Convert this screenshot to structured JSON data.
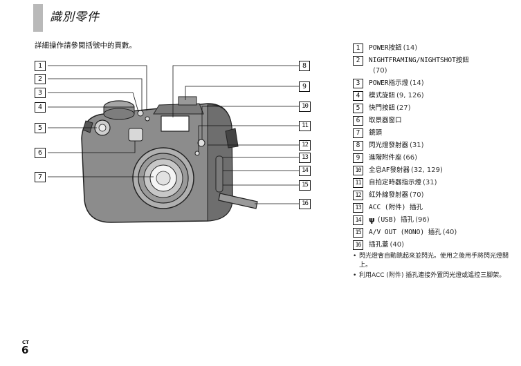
{
  "header": {
    "title": "識別零件",
    "intro": "詳細操作請參閱括號中的頁數。"
  },
  "camera_labels": {
    "left": [
      "1",
      "2",
      "3",
      "4",
      "5",
      "6",
      "7"
    ],
    "right": [
      "8",
      "9",
      "10",
      "11",
      "12",
      "13",
      "14",
      "15",
      "16"
    ]
  },
  "parts": [
    {
      "num": "1",
      "name": "POWER按鈕",
      "ref": "(14)"
    },
    {
      "num": "2",
      "name": "NIGHTFRAMING/NIGHTSHOT按鈕",
      "ref": "",
      "cont": "(70)"
    },
    {
      "num": "3",
      "name": "POWER指示燈",
      "ref": "(14)"
    },
    {
      "num": "4",
      "name": "模式旋鈕",
      "ref": "(9, 126)"
    },
    {
      "num": "5",
      "name": "快門按鈕",
      "ref": "(27)"
    },
    {
      "num": "6",
      "name": "取景器窗口",
      "ref": ""
    },
    {
      "num": "7",
      "name": "鏡頭",
      "ref": ""
    },
    {
      "num": "8",
      "name": "閃光燈發射器",
      "ref": "(31)"
    },
    {
      "num": "9",
      "name": "進階附件座",
      "ref": "(66)"
    },
    {
      "num": "10",
      "name": "全息AF發射器",
      "ref": "(32, 129)"
    },
    {
      "num": "11",
      "name": "自拍定時器指示燈",
      "ref": "(31)"
    },
    {
      "num": "12",
      "name": "紅外線發射器",
      "ref": "(70)"
    },
    {
      "num": "13",
      "name": "ACC (附件) 插孔",
      "ref": ""
    },
    {
      "num": "14",
      "name": "(USB) 插孔",
      "ref": "(96)",
      "icon": "usb-icon"
    },
    {
      "num": "15",
      "name": "A/V OUT (MONO) 插孔",
      "ref": "(40)"
    },
    {
      "num": "16",
      "name": "插孔蓋",
      "ref": "(40)"
    }
  ],
  "notes": [
    "閃光燈會自動跳起來並閃光。使用之後用手將閃光燈關上。",
    "利用ACC (附件) 插孔連接外置閃光燈或遙控三腳架。"
  ],
  "footer": {
    "lang": "CT",
    "page": "6"
  }
}
